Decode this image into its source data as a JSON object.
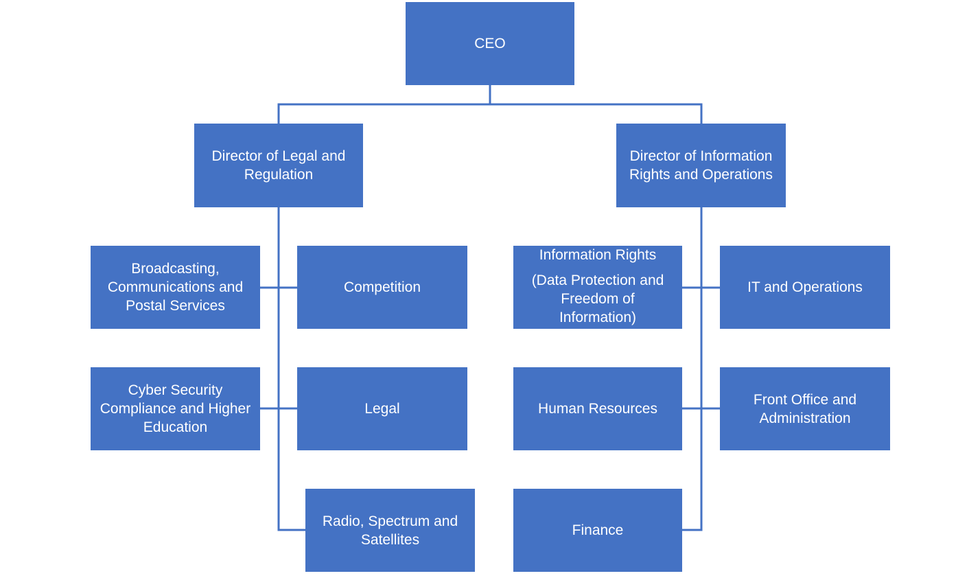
{
  "colors": {
    "box_fill": "#4472C4",
    "connector": "#4472C4",
    "text": "#FFFFFF",
    "background": "#FFFFFF"
  },
  "org": {
    "ceo": "CEO",
    "director_legal": "Director of Legal and\nRegulation",
    "director_info": "Director of Information\nRights and Operations",
    "broadcasting": "Broadcasting,\nCommunications and\nPostal Services",
    "competition": "Competition",
    "cyber": "Cyber Security\nCompliance and Higher\nEducation",
    "legal": "Legal",
    "radio": "Radio, Spectrum and\nSatellites",
    "info_rights_title": "Information Rights",
    "info_rights_detail": "(Data Protection and\nFreedom of\nInformation)",
    "it_ops": "IT and Operations",
    "hr": "Human Resources",
    "front_office": "Front Office and\nAdministration",
    "finance": "Finance"
  }
}
